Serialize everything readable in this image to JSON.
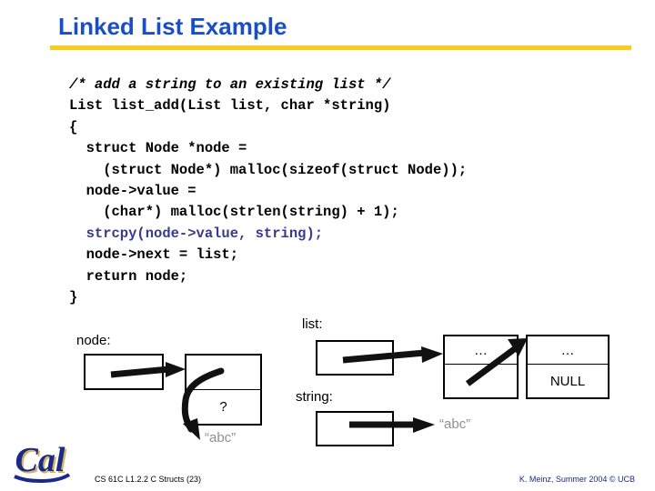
{
  "slide": {
    "title": "Linked List Example",
    "accent_title_color": "#1a4fc4",
    "accent_rule_color": "#f5cf1e"
  },
  "code": {
    "lines": [
      {
        "text": "/* add a string to an existing list */",
        "style": "comment"
      },
      {
        "text": "List list_add(List list, char *string)",
        "style": "plain"
      },
      {
        "text": "{",
        "style": "plain"
      },
      {
        "text": "  struct Node *node =",
        "style": "plain"
      },
      {
        "text": "    (struct Node*) malloc(sizeof(struct Node));",
        "style": "plain"
      },
      {
        "text": "  node->value =",
        "style": "plain"
      },
      {
        "text": "    (char*) malloc(strlen(string) + 1);",
        "style": "plain"
      },
      {
        "text": "  strcpy(node->value, string);",
        "style": "highlight"
      },
      {
        "text": "  node->next = list;",
        "style": "plain"
      },
      {
        "text": "  return node;",
        "style": "plain"
      },
      {
        "text": "}",
        "style": "plain"
      }
    ],
    "highlight_color": "#3a3a8c"
  },
  "diagram": {
    "node_label": "node:",
    "list_label": "list:",
    "string_label": "string:",
    "node_value_cell": "",
    "node_next_cell": "?",
    "node_string_literal": "“abc”",
    "list_node1_top": "…",
    "list_node1_bottom": "",
    "list_node2_top": "…",
    "list_node2_bottom": "NULL",
    "string_literal": "“abc”",
    "string_color": "#8f8f97"
  },
  "footer": {
    "left": "CS 61C L1.2.2 C Structs (23)",
    "right": "K. Meinz, Summer 2004 © UCB",
    "logo_text": "Cal",
    "logo_color": "#1b2a86",
    "logo_shadow": "#d4b45a"
  }
}
